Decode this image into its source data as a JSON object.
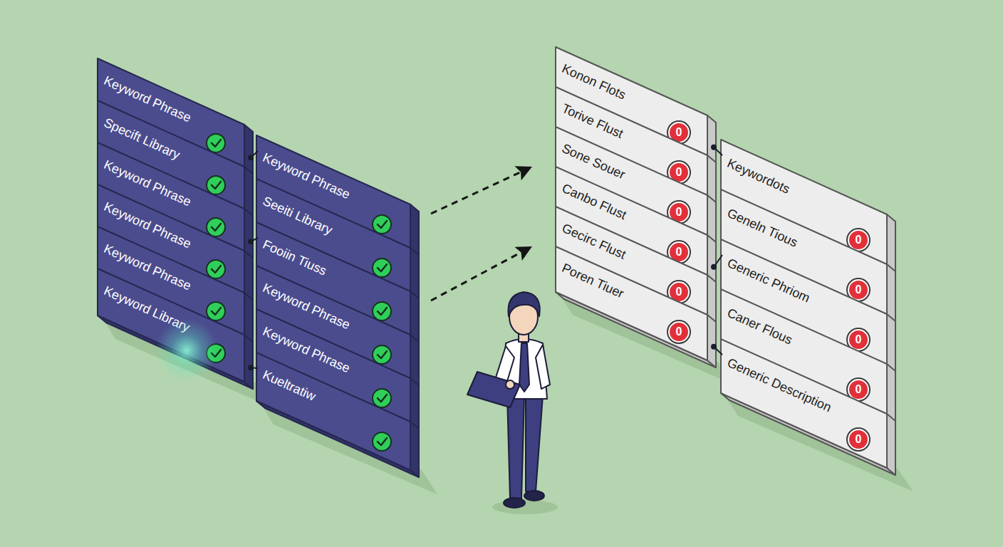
{
  "diagram": {
    "nodes": [
      {
        "text": [
          "Keyword Phrase"
        ]
      },
      {
        "text": [
          "Specift Library"
        ]
      },
      {
        "text": [
          "Keyword Phrase"
        ]
      },
      {
        "text": [
          "Keyword Phrase"
        ]
      },
      {
        "text": [
          "Keyword Phrase"
        ]
      },
      {
        "text": [
          "Keyword Library"
        ]
      },
      {
        "text": [
          "Keyword Phrase"
        ]
      },
      {
        "text": [
          "Seeiti Library"
        ]
      },
      {
        "text": [
          "Fooiin Tiuss"
        ]
      },
      {
        "text": [
          "Keyword Phrase"
        ]
      },
      {
        "text": [
          "Keyword Phrase"
        ]
      },
      {
        "text": [
          "Kueltratiw"
        ]
      },
      {
        "text": [
          "Konon Flots",
          "0"
        ]
      },
      {
        "text": [
          "Torive Flust",
          "0"
        ]
      },
      {
        "text": [
          "Sone Souer",
          "0"
        ]
      },
      {
        "text": [
          "Canbo Flust",
          "0"
        ]
      },
      {
        "text": [
          "Gecirc Flust",
          "0"
        ]
      },
      {
        "text": [
          "Poren Tiuer",
          "0"
        ]
      },
      {
        "text": [
          "Keywordots",
          "0"
        ]
      },
      {
        "text": [
          "Geneln Tious",
          "0"
        ]
      },
      {
        "text": [
          "Generic Phriom",
          "0"
        ]
      },
      {
        "text": [
          "Caner Flous",
          "0"
        ]
      },
      {
        "text": [
          "Generic Description",
          "0"
        ]
      }
    ],
    "edges": [
      {
        "from": 0,
        "to": 6,
        "arrow": "none"
      },
      {
        "from": 2,
        "to": 8,
        "arrow": "none"
      },
      {
        "from": 5,
        "to": 11,
        "arrow": "none"
      },
      {
        "from": 12,
        "to": 18,
        "arrow": "none"
      },
      {
        "from": 15,
        "to": 20,
        "arrow": "none"
      },
      {
        "from": 17,
        "to": 22,
        "arrow": "none"
      },
      {
        "from": 6,
        "to": 14,
        "arrow": "to"
      },
      {
        "from": 8,
        "to": 16,
        "arrow": "to"
      }
    ]
  }
}
